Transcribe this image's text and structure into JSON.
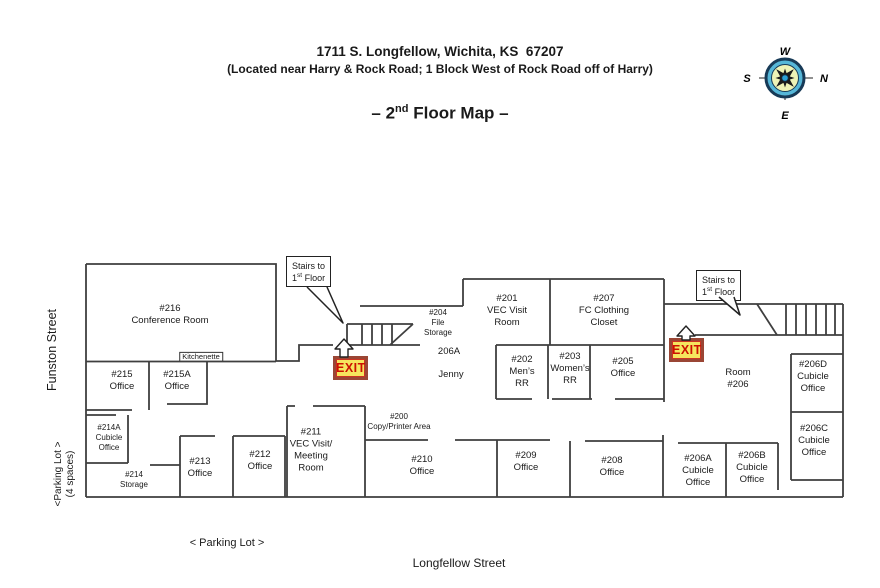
{
  "header": {
    "address_line1": "1711 S. Longfellow, Wichita, KS  67207",
    "address_line2": "(Located near Harry & Rock Road; 1 Block West of Rock Road off of Harry)",
    "title_pre": "– 2",
    "title_sup": "nd",
    "title_post": " Floor Map –"
  },
  "compass": {
    "top": "W",
    "right": "N",
    "bottom": "E",
    "left": "S"
  },
  "callout": {
    "line1": "Stairs to",
    "num": "1",
    "sup": "st",
    "rest": " Floor"
  },
  "exit": {
    "label": "EXIT"
  },
  "rooms": {
    "r216": "#216\nConference Room",
    "kitchenette": "Kitchenette",
    "r215": "#215\nOffice",
    "r215a": "#215A\nOffice",
    "r214a": "#214A\nCubicle\nOffice",
    "r214": "#214\nStorage",
    "r213": "#213\nOffice",
    "r212": "#212\nOffice",
    "r211": "#211\nVEC Visit/\nMeeting\nRoom",
    "r200": "#200\nCopy/Printer Area",
    "r210": "#210\nOffice",
    "r209": "#209\nOffice",
    "r208": "#208\nOffice",
    "r204": "#204\nFile\nStorage",
    "area206a": "206A",
    "jenny": "Jenny",
    "r201": "#201\nVEC Visit\nRoom",
    "r207": "#207\nFC Clothing\nCloset",
    "r202": "#202\nMen’s\nRR",
    "r203": "#203\nWomen’s\nRR",
    "r205": "#205\nOffice",
    "r206": "Room\n#206",
    "r206d": "#206D\nCubicle\nOffice",
    "r206c": "#206C\nCubicle\nOffice",
    "r206a_cub": "#206A\nCubicle\nOffice",
    "r206b_cub": "#206B\nCubicle\nOffice"
  },
  "streets": {
    "funston": "Funston Street",
    "parking_left": "<Parking Lot >\n(4 spaces)",
    "parking_bottom": "< Parking Lot >",
    "longfellow": "Longfellow Street"
  },
  "colors": {
    "wall": "#3f3f3f",
    "exit_bg": "#f6e55e",
    "exit_text": "#cc1100",
    "exit_frame": "#9a4635",
    "compass_ring": "#56b7d8",
    "compass_inner": "#eef3b6",
    "compass_center": "#2a9fd4"
  }
}
